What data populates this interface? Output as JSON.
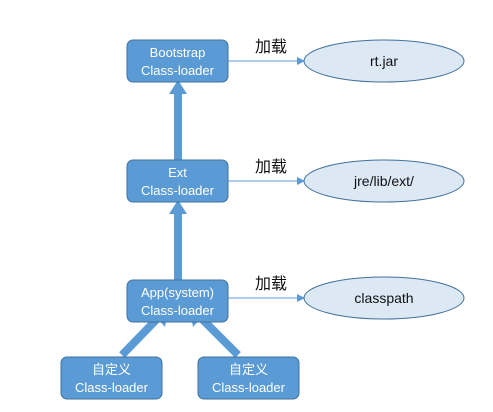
{
  "colors": {
    "box_fill": "#5b9bd5",
    "box_stroke": "#41719c",
    "ellipse_fill": "#dde8f5",
    "ellipse_stroke": "#41719c",
    "arrow": "#5b9bd5",
    "edge_text": "#111111"
  },
  "loaders": {
    "bootstrap": {
      "line1": "Bootstrap",
      "line2": "Class-loader"
    },
    "ext": {
      "line1": "Ext",
      "line2": "Class-loader"
    },
    "app": {
      "line1": "App(system)",
      "line2": "Class-loader"
    },
    "custom_left": {
      "line1": "自定义",
      "line2": "Class-loader"
    },
    "custom_right": {
      "line1": "自定义",
      "line2": "Class-loader"
    }
  },
  "targets": {
    "rt": "rt.jar",
    "ext": "jre/lib/ext/",
    "classpath": "classpath"
  },
  "edges": {
    "load_rt": "加载",
    "load_ext": "加载",
    "load_classpath": "加载"
  }
}
